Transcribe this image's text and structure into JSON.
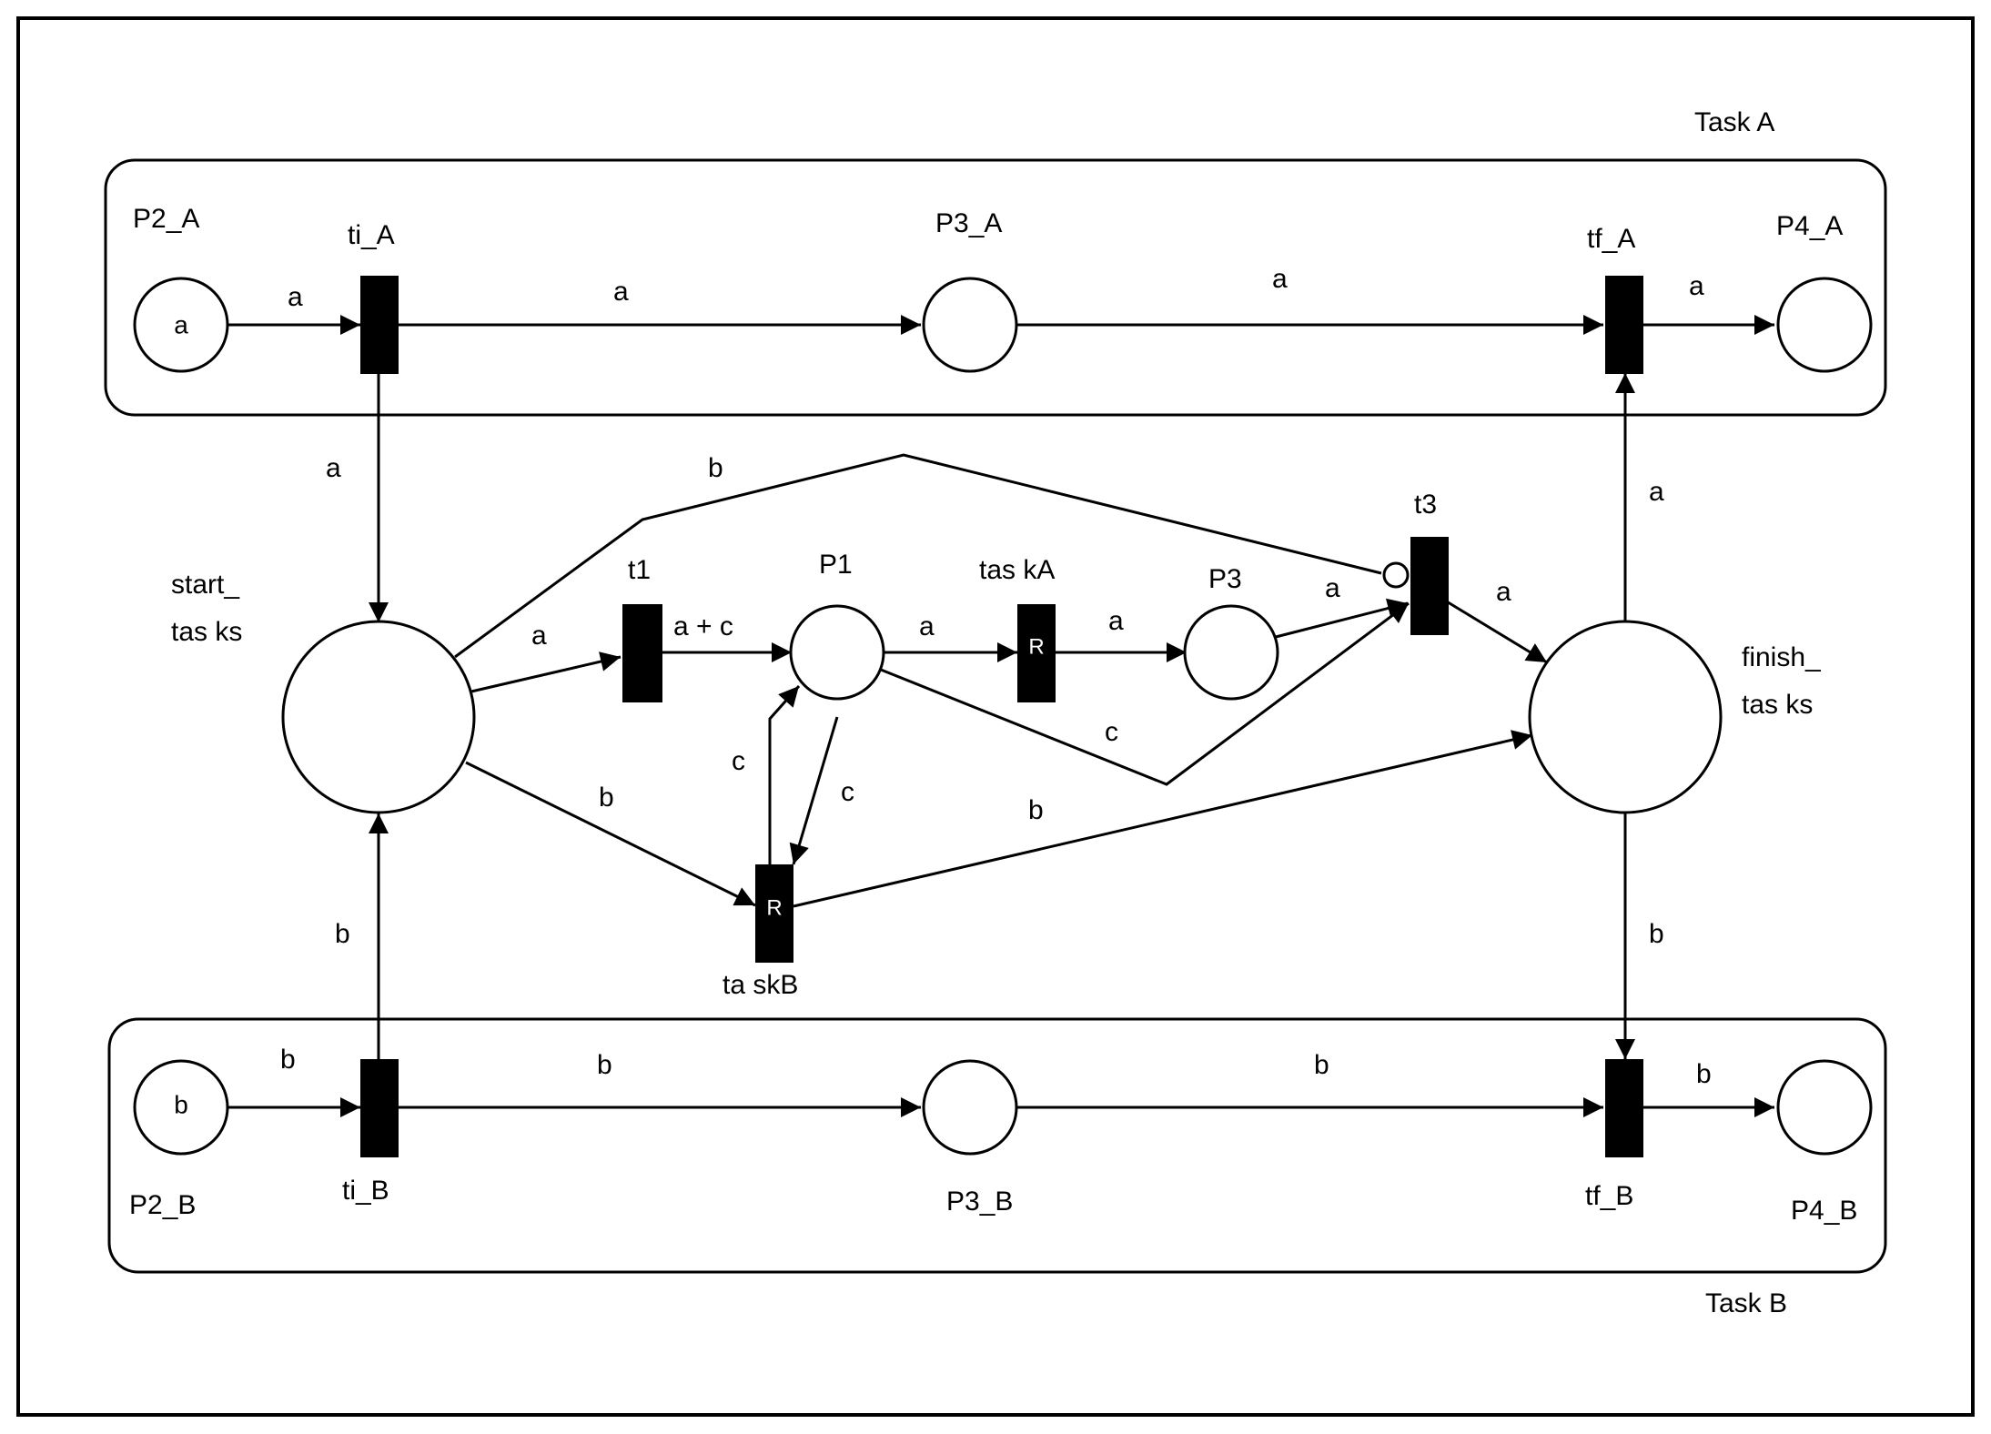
{
  "groups": {
    "task_a": "Task A",
    "task_b": "Task B"
  },
  "places": {
    "p2_a": {
      "label": "P2_A",
      "token": "a"
    },
    "p3_a": {
      "label": "P3_A"
    },
    "p4_a": {
      "label": "P4_A"
    },
    "p2_b": {
      "label": "P2_B",
      "token": "b"
    },
    "p3_b": {
      "label": "P3_B"
    },
    "p4_b": {
      "label": "P4_B"
    },
    "start_tasks": {
      "label_line1": "start_",
      "label_line2": "tas ks"
    },
    "finish_tasks": {
      "label_line1": "finish_",
      "label_line2": "tas ks"
    },
    "p1": {
      "label": "P1"
    },
    "p3": {
      "label": "P3"
    }
  },
  "transitions": {
    "ti_a": {
      "label": "ti_A"
    },
    "tf_a": {
      "label": "tf_A"
    },
    "ti_b": {
      "label": "ti_B"
    },
    "tf_b": {
      "label": "tf_B"
    },
    "t1": {
      "label": "t1"
    },
    "t3": {
      "label": "t3"
    },
    "task_a": {
      "label": "tas kA",
      "mark": "R"
    },
    "task_b": {
      "label": "ta skB",
      "mark": "R"
    }
  },
  "arcs": {
    "p2a_tia": "a",
    "tia_p3a": "a",
    "p3a_tfa": "a",
    "tfa_p4a": "a",
    "tia_start": "a",
    "finish_tfa": "a",
    "start_t3": "b",
    "start_t1": "a",
    "t1_p1": "a + c",
    "p1_taska": "a",
    "taska_p3": "a",
    "p3_t3": "a",
    "t3_finish": "a",
    "p1_t3": "c",
    "taskb_p1": "c",
    "p1_taskb": "c",
    "start_taskb": "b",
    "taskb_finish": "b",
    "tib_start": "b",
    "finish_tfb": "b",
    "p2b_tib": "b",
    "tib_p3b": "b",
    "p3b_tfb": "b",
    "tfb_p4b": "b"
  }
}
